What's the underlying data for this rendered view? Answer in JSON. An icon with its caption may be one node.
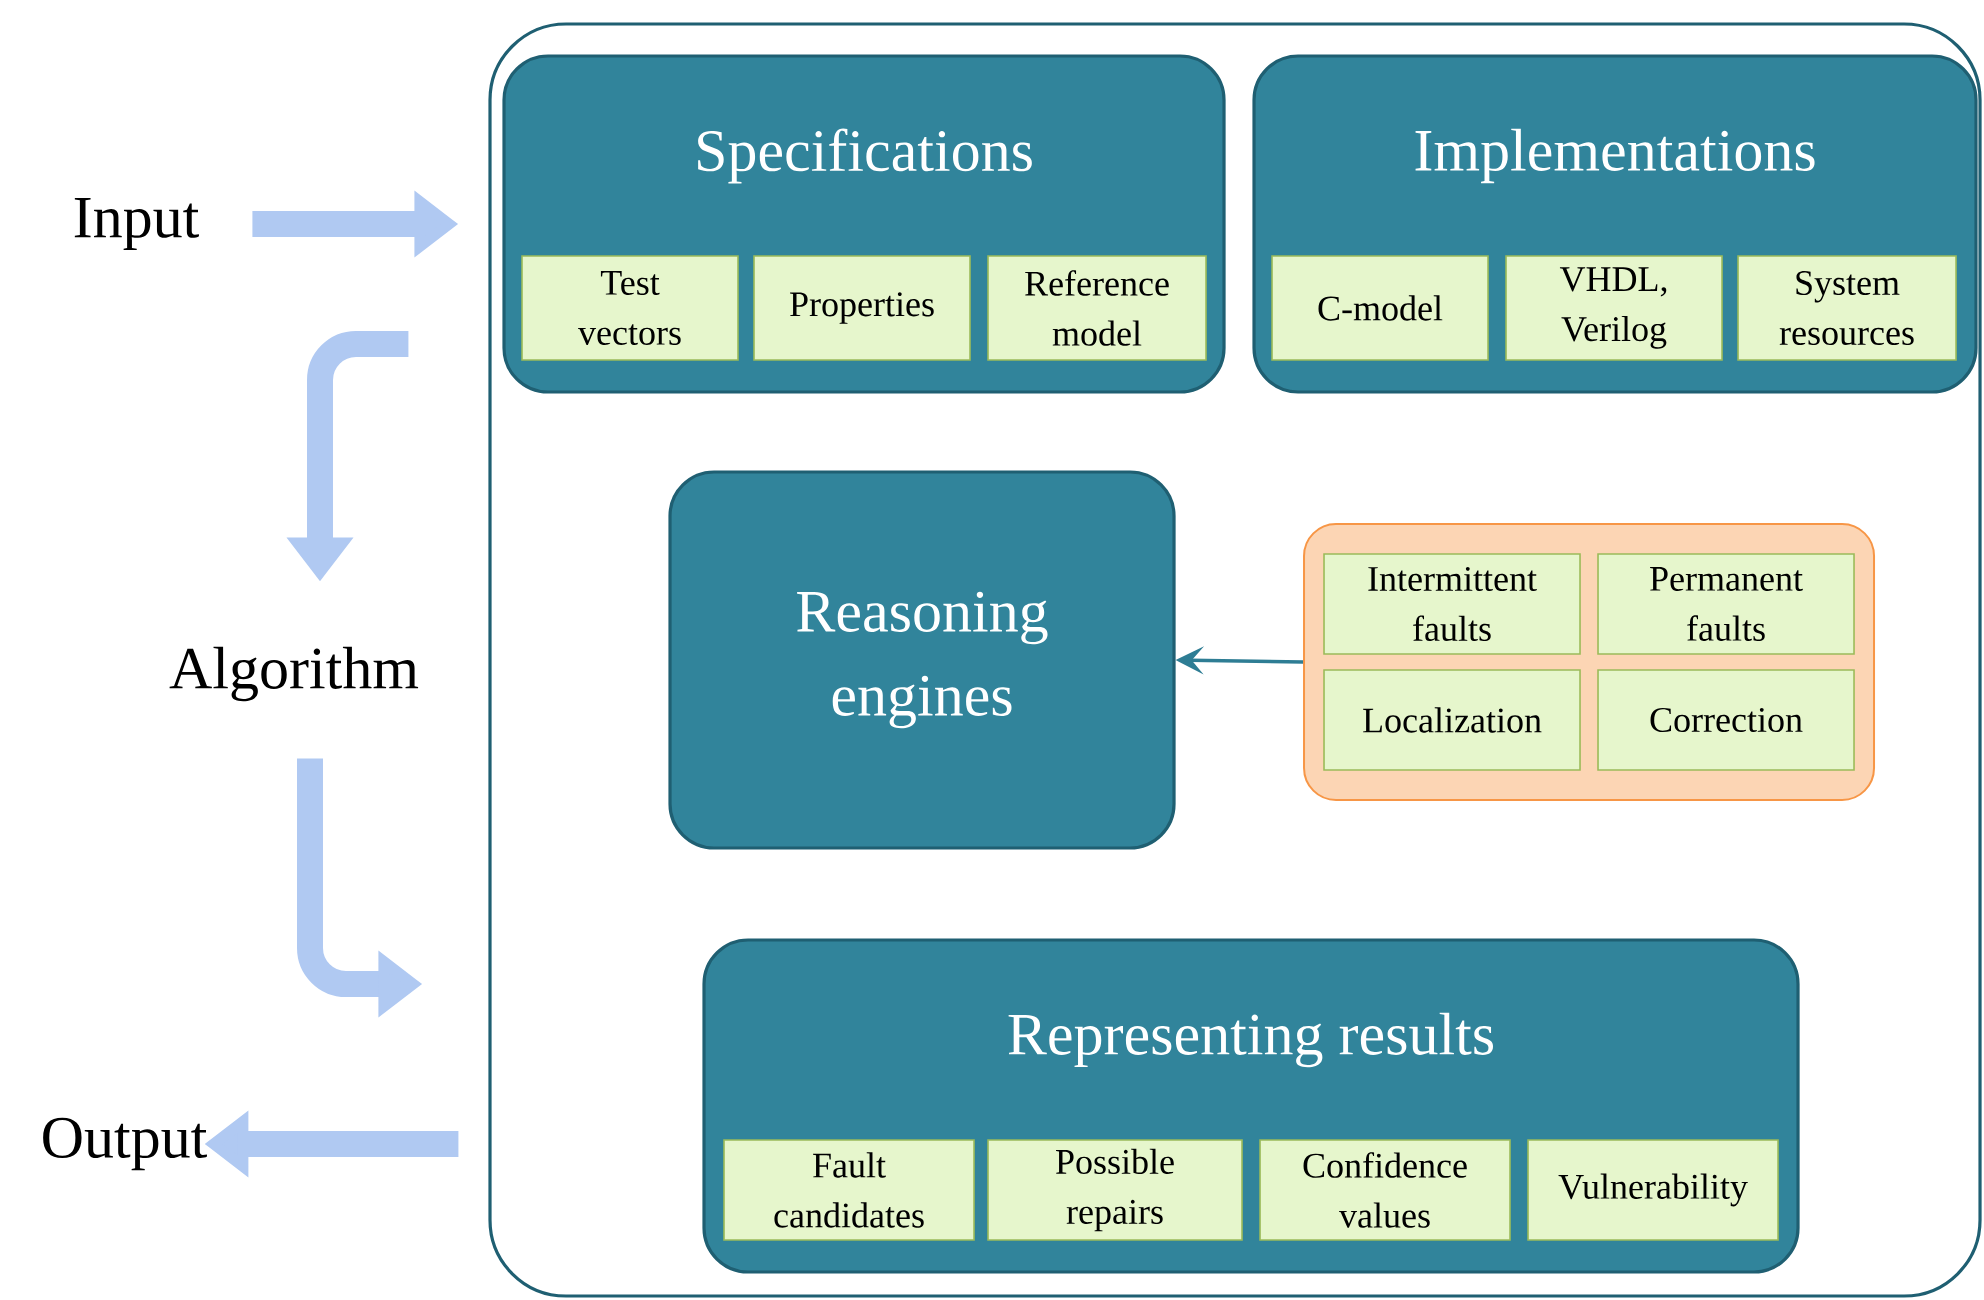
{
  "diagram": {
    "nodes": [
      {
        "text": [
          "Input"
        ]
      },
      {
        "text": [
          "Algorithm"
        ]
      },
      {
        "text": [
          "Output"
        ]
      },
      {
        "text": [],
        "shape": "box"
      },
      {
        "text": [
          "Specifications"
        ],
        "in": 3
      },
      {
        "text": [
          "Test vectors"
        ],
        "in": 4
      },
      {
        "text": [
          "Properties"
        ],
        "in": 4
      },
      {
        "text": [
          "Reference model"
        ],
        "in": 4
      },
      {
        "text": [
          "Implementations"
        ],
        "in": 3
      },
      {
        "text": [
          "C-model"
        ],
        "in": 8
      },
      {
        "text": [
          "VHDL, Verilog"
        ],
        "in": 8
      },
      {
        "text": [
          "System resources"
        ],
        "in": 8
      },
      {
        "text": [
          "Reasoning engines"
        ],
        "in": 3
      },
      {
        "text": [],
        "shape": "box",
        "in": 3
      },
      {
        "text": [
          "Intermittent faults"
        ],
        "in": 13
      },
      {
        "text": [
          "Permanent faults"
        ],
        "in": 13
      },
      {
        "text": [
          "Localization"
        ],
        "in": 13
      },
      {
        "text": [
          "Correction"
        ],
        "in": 13
      },
      {
        "text": [
          "Representing results"
        ],
        "in": 3
      },
      {
        "text": [
          "Fault candidates"
        ],
        "in": 18
      },
      {
        "text": [
          "Possible repairs"
        ],
        "in": 18
      },
      {
        "text": [
          "Confidence values"
        ],
        "in": 18
      },
      {
        "text": [
          "Vulnerability"
        ],
        "in": 18
      }
    ],
    "edges": [
      {
        "from": 0,
        "to": 3,
        "arrow": "to"
      },
      {
        "from": 3,
        "to": 1,
        "arrow": "to"
      },
      {
        "from": 1,
        "to": 3,
        "arrow": "to"
      },
      {
        "from": 3,
        "to": 2,
        "arrow": "to"
      },
      {
        "from": 13,
        "to": 12,
        "arrow": "to",
        "color": "#2e7d94"
      }
    ]
  }
}
